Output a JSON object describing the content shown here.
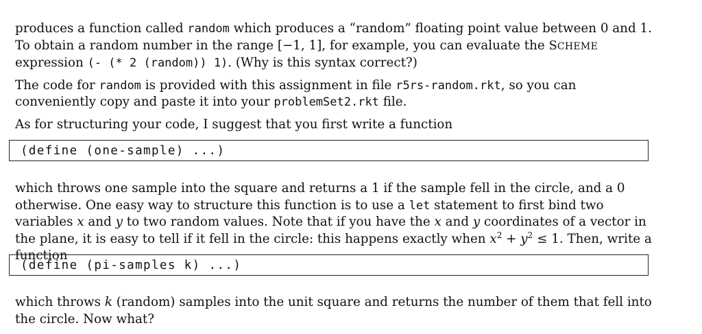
{
  "p1": {
    "a": "produces a function called ",
    "code_random": "random",
    "b": " which produces a “random” floating point value between 0 and 1. To obtain a random number in the range [−1, 1], for example, you can evaluate the ",
    "scheme_S": "S",
    "scheme_rest": "CHEME",
    "c": " expression ",
    "code_expr": "(- (* 2 (random)) 1)",
    "d": ". (Why is this syntax correct?)"
  },
  "p2": {
    "a": "The code for ",
    "code_random": "random",
    "b": " is provided with this assignment in file ",
    "code_file": "r5rs-random.rkt",
    "c": ", so you can conveniently copy and paste it into your ",
    "code_file2": "problemSet2.rkt",
    "d": " file."
  },
  "p3": {
    "text": "As for structuring your code, I suggest that you first write a function"
  },
  "code1": "(define (one-sample) ...)",
  "p4": {
    "a": "which throws one sample into the square and returns a 1 if the sample fell in the circle, and a 0 otherwise. One easy way to structure this function is to use a ",
    "code_let": "let",
    "b": " statement to first bind two variables ",
    "var_x": "x",
    "c": " and ",
    "var_y": "y",
    "d": " to two random values. Note that if you have the ",
    "var_x2": "x",
    "e": " and ",
    "var_y2": "y",
    "f": " coordinates of a vector in the plane, it is easy to tell if it fell in the circle: this happens exactly when ",
    "eq_x": "x",
    "eq_exp1": "2",
    "eq_plus": " + ",
    "eq_y": "y",
    "eq_exp2": "2",
    "eq_le": " ≤ 1",
    "g": ". Then, write a function"
  },
  "code2": "(define (pi-samples k) ...)",
  "p5": {
    "a": "which throws ",
    "var_k": "k",
    "b": " (random) samples into the unit square and returns the number of them that fell into the circle. Now what?"
  }
}
